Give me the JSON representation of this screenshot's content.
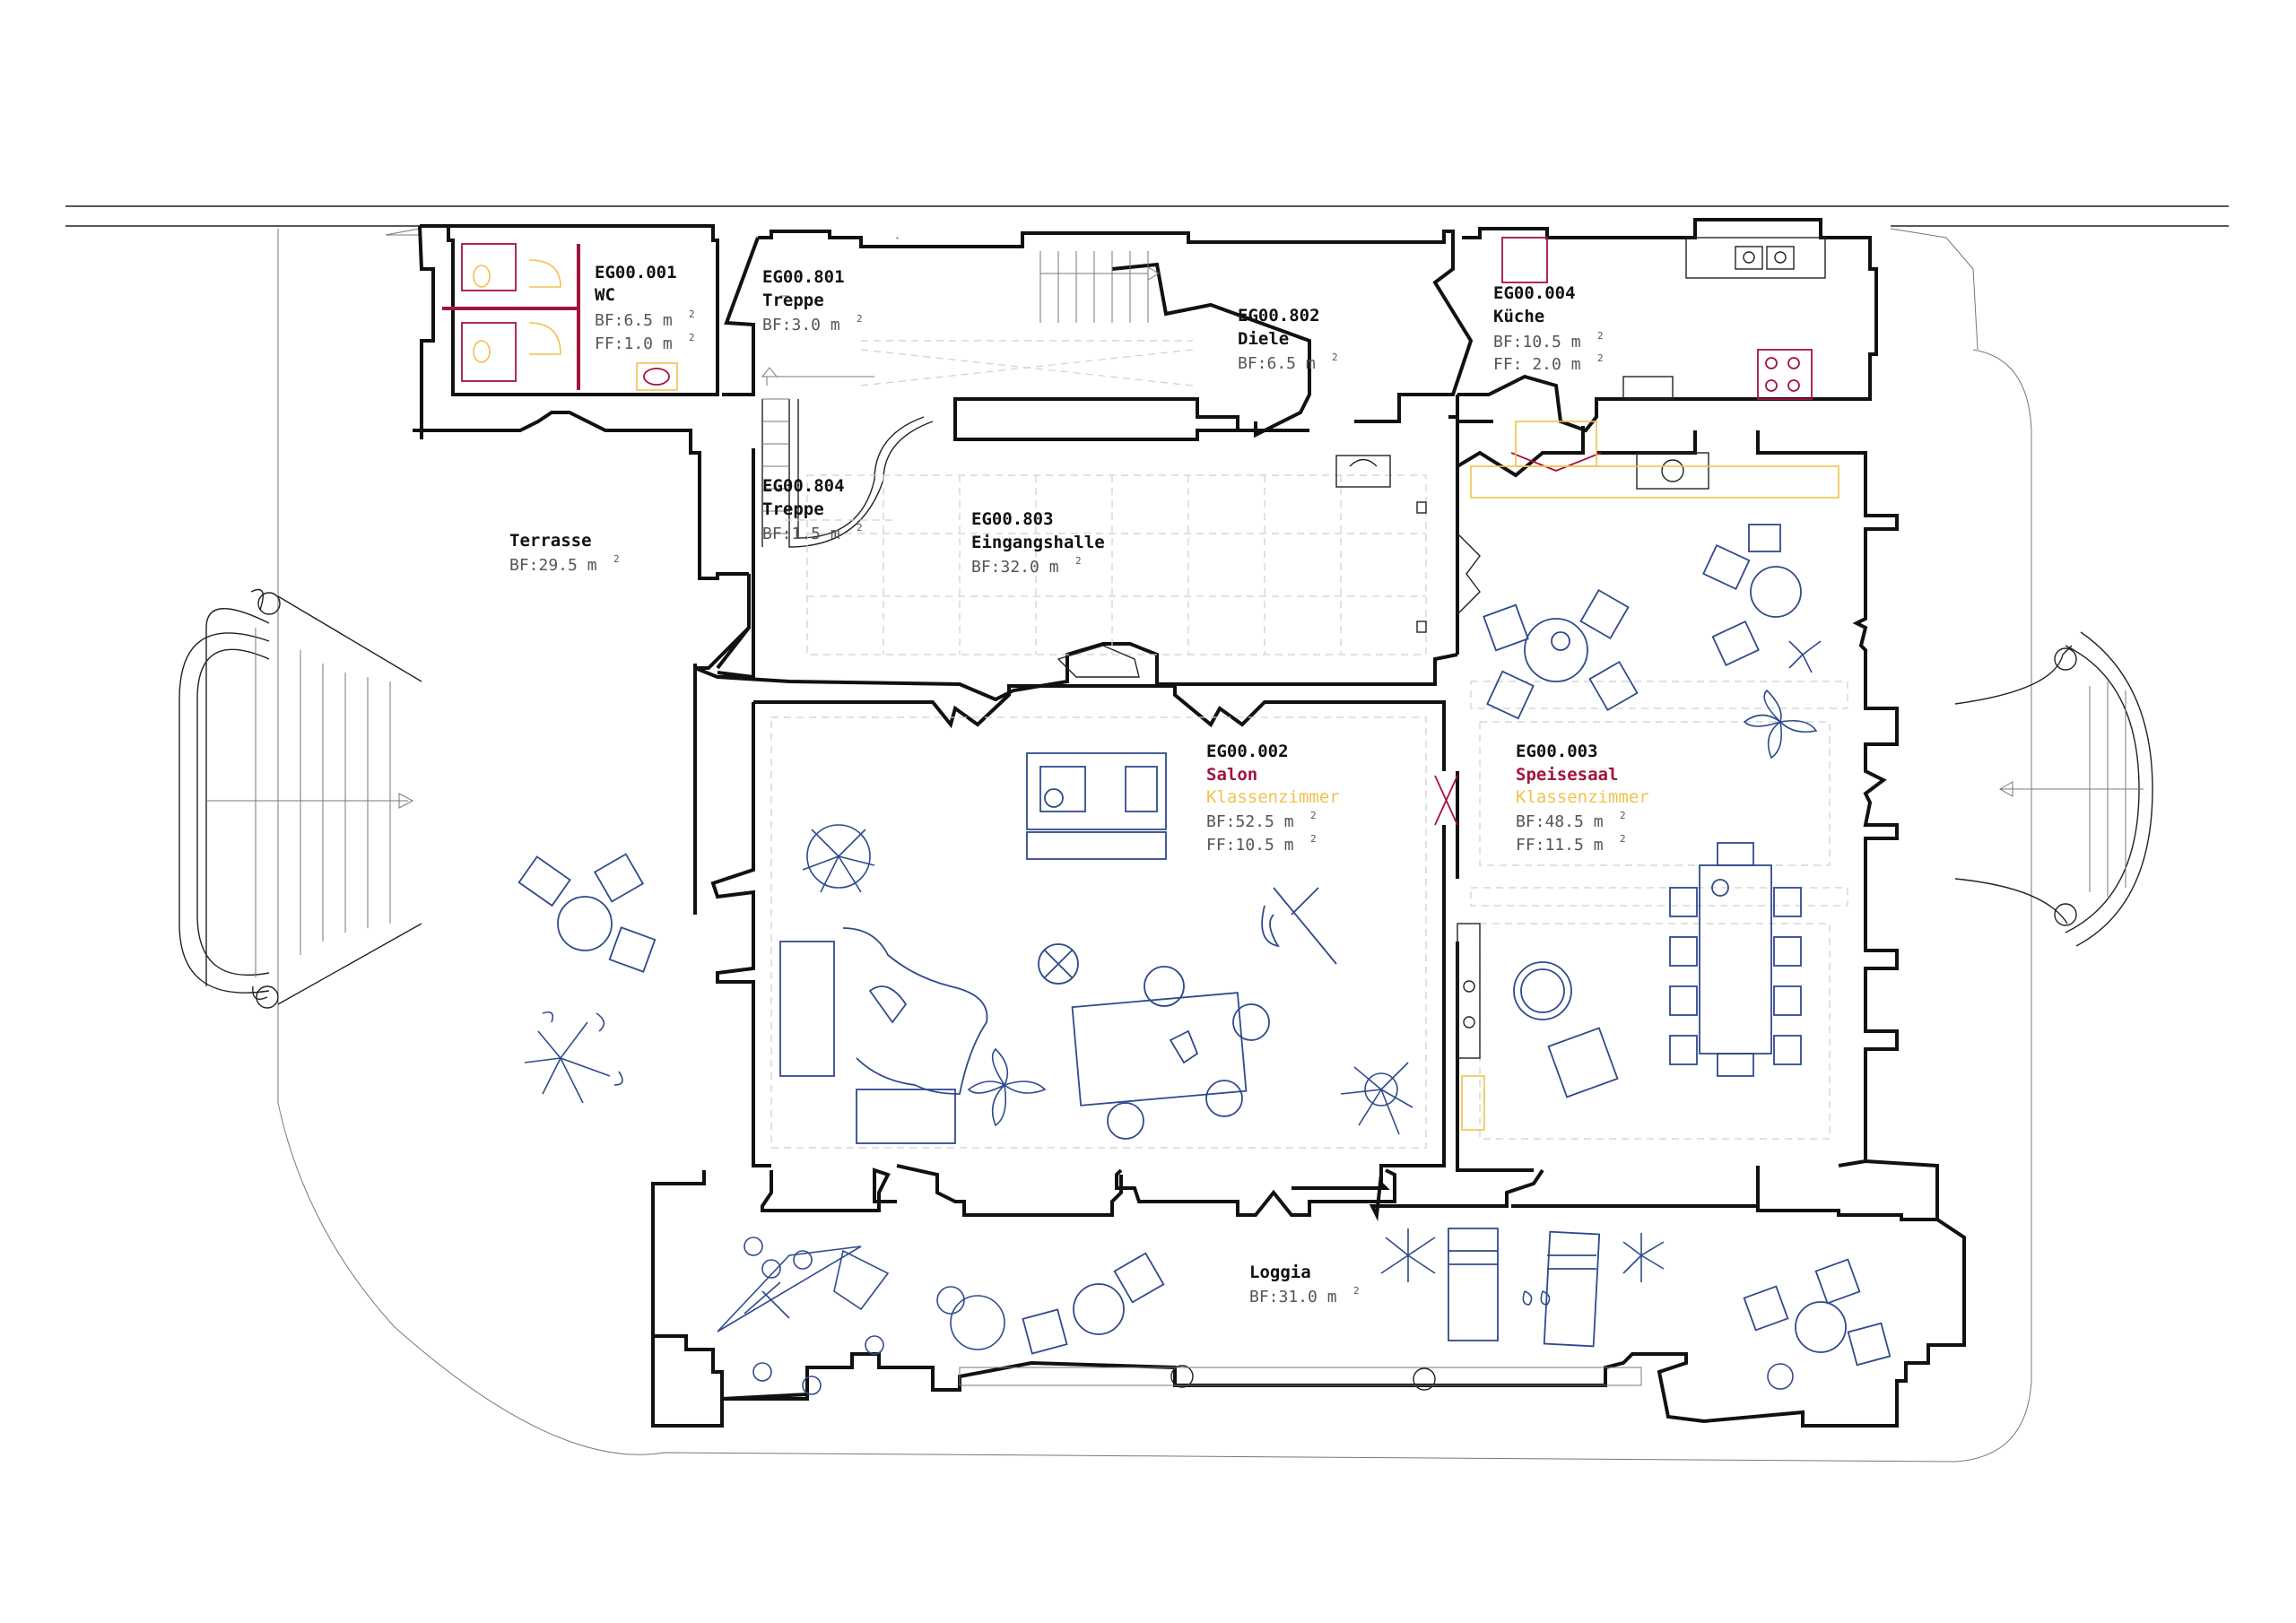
{
  "colors": {
    "wall": "#111111",
    "furniture": "#2f4b8c",
    "function_primary": "#a4133c",
    "function_secondary": "#f2c14e",
    "grid": "#cfcfcf"
  },
  "sup": "2",
  "rooms": [
    {
      "id": "wc",
      "code": "EG00.001",
      "name": "WC",
      "bf": "BF:6.5 m",
      "ff": "FF:1.0 m"
    },
    {
      "id": "treppe801",
      "code": "EG00.801",
      "name": "Treppe",
      "bf": "BF:3.0 m"
    },
    {
      "id": "diele",
      "code": "EG00.802",
      "name": "Diele",
      "bf": "BF:6.5 m"
    },
    {
      "id": "kueche",
      "code": "EG00.004",
      "name": "Küche",
      "bf": "BF:10.5 m",
      "ff": "FF: 2.0 m"
    },
    {
      "id": "treppe804",
      "code": "EG00.804",
      "name": "Treppe",
      "bf": "BF:1.5 m"
    },
    {
      "id": "halle",
      "code": "EG00.803",
      "name": "Eingangshalle",
      "bf": "BF:32.0 m"
    },
    {
      "id": "terrasse",
      "name": "Terrasse",
      "bf": "BF:29.5 m"
    },
    {
      "id": "salon",
      "code": "EG00.002",
      "name": "Salon",
      "name2": "Klassenzimmer",
      "bf": "BF:52.5 m",
      "ff": "FF:10.5 m"
    },
    {
      "id": "speisesaal",
      "code": "EG00.003",
      "name": "Speisesaal",
      "name2": "Klassenzimmer",
      "bf": "BF:48.5 m",
      "ff": "FF:11.5 m"
    },
    {
      "id": "loggia",
      "name": "Loggia",
      "bf": "BF:31.0 m"
    }
  ]
}
